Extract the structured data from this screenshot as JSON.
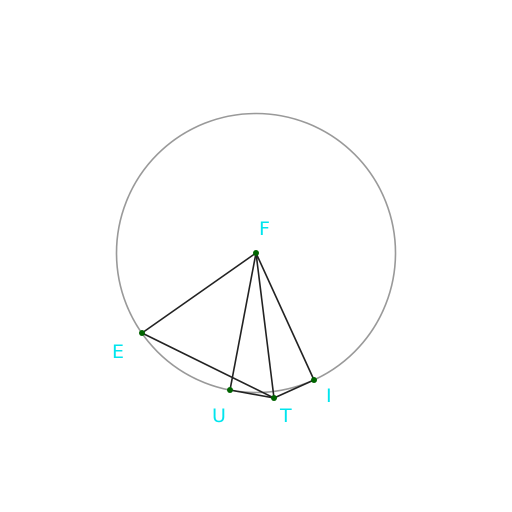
{
  "points": {
    "F": "F",
    "E": "E",
    "U": "U",
    "T": "T",
    "I": "I"
  },
  "colors": {
    "circle": "#999999",
    "segment": "#222222",
    "point": "#006400",
    "label": "#00e5ee",
    "background": "#ffffff"
  }
}
